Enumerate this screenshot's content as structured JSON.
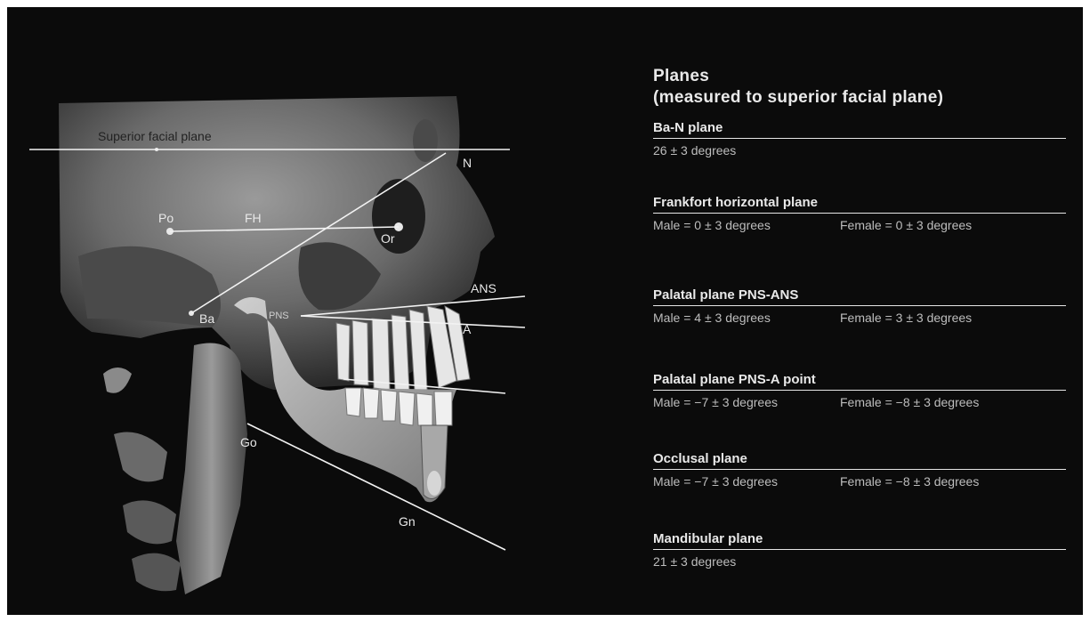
{
  "diagram": {
    "labels": {
      "superior_facial_plane": "Superior facial plane",
      "n": "N",
      "po": "Po",
      "fh": "FH",
      "or": "Or",
      "ans": "ANS",
      "pns": "PNS",
      "a": "A",
      "ba": "Ba",
      "go": "Go",
      "gn": "Gn"
    }
  },
  "legend": {
    "title_line1": "Planes",
    "title_line2": "(measured to superior facial plane)",
    "planes": [
      {
        "name": "Ba-N plane",
        "value1": "26 ± 3 degrees",
        "value2": ""
      },
      {
        "name": "Frankfort horizontal plane",
        "value1": "Male = 0 ± 3 degrees",
        "value2": "Female = 0 ± 3 degrees"
      },
      {
        "name": "Palatal plane PNS-ANS",
        "value1": "Male = 4 ± 3 degrees",
        "value2": "Female = 3 ± 3 degrees"
      },
      {
        "name": "Palatal plane PNS-A point",
        "value1": "Male = −7 ± 3 degrees",
        "value2": "Female = −8 ± 3 degrees"
      },
      {
        "name": "Occlusal plane",
        "value1": "Male = −7 ± 3 degrees",
        "value2": "Female = −8 ± 3 degrees"
      },
      {
        "name": "Mandibular plane",
        "value1": "21 ± 3 degrees",
        "value2": ""
      }
    ]
  }
}
